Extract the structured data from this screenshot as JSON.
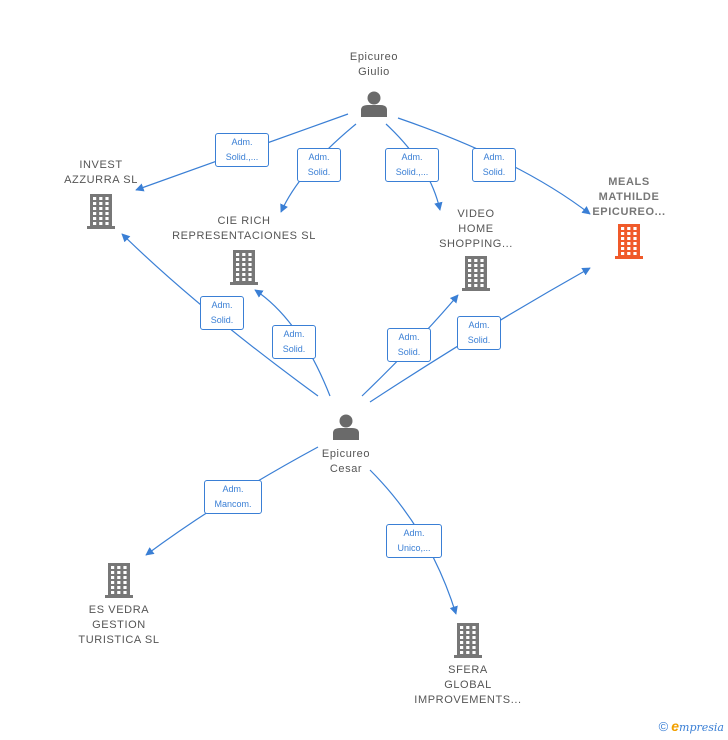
{
  "colors": {
    "edge": "#3a7fd5",
    "person": "#6a6a6a",
    "company": "#777777",
    "highlight": "#f05a2a"
  },
  "persons": [
    {
      "id": "giulio",
      "lines": [
        "Epicureo",
        "Giulio"
      ],
      "icon": "person-icon"
    },
    {
      "id": "cesar",
      "lines": [
        "Epicureo",
        "Cesar"
      ],
      "icon": "person-icon"
    }
  ],
  "companies": [
    {
      "id": "invest",
      "lines": [
        "INVEST",
        "AZZURRA  SL"
      ],
      "icon": "building-icon",
      "highlight": false
    },
    {
      "id": "cierich",
      "lines": [
        "CIE RICH",
        "REPRESENTACIONES SL"
      ],
      "icon": "building-icon",
      "highlight": false
    },
    {
      "id": "video",
      "lines": [
        "VIDEO",
        "HOME",
        "SHOPPING..."
      ],
      "icon": "building-icon",
      "highlight": false
    },
    {
      "id": "meals",
      "lines": [
        "MEALS",
        "MATHILDE",
        "EPICUREO..."
      ],
      "icon": "building-icon",
      "highlight": true
    },
    {
      "id": "esvedra",
      "lines": [
        "ES VEDRA",
        "GESTION",
        "TURISTICA  SL"
      ],
      "icon": "building-icon",
      "highlight": false
    },
    {
      "id": "sfera",
      "lines": [
        "SFERA",
        "GLOBAL",
        "IMPROVEMENTS..."
      ],
      "icon": "building-icon",
      "highlight": false
    }
  ],
  "relations": [
    {
      "from": "giulio",
      "to": "invest",
      "lines": [
        "Adm.",
        "Solid.,..."
      ]
    },
    {
      "from": "giulio",
      "to": "cierich",
      "lines": [
        "Adm.",
        "Solid."
      ]
    },
    {
      "from": "giulio",
      "to": "video",
      "lines": [
        "Adm.",
        "Solid.,..."
      ]
    },
    {
      "from": "giulio",
      "to": "meals",
      "lines": [
        "Adm.",
        "Solid."
      ]
    },
    {
      "from": "cesar",
      "to": "invest",
      "lines": [
        "Adm.",
        "Solid."
      ]
    },
    {
      "from": "cesar",
      "to": "cierich",
      "lines": [
        "Adm.",
        "Solid."
      ]
    },
    {
      "from": "cesar",
      "to": "video",
      "lines": [
        "Adm.",
        "Solid."
      ]
    },
    {
      "from": "cesar",
      "to": "meals",
      "lines": [
        "Adm.",
        "Solid."
      ]
    },
    {
      "from": "cesar",
      "to": "esvedra",
      "lines": [
        "Adm.",
        "Mancom."
      ]
    },
    {
      "from": "cesar",
      "to": "sfera",
      "lines": [
        "Adm.",
        "Unico,..."
      ]
    }
  ],
  "footer": {
    "copyright": "©",
    "brand_initial": "e",
    "brand_rest": "mpresia"
  }
}
